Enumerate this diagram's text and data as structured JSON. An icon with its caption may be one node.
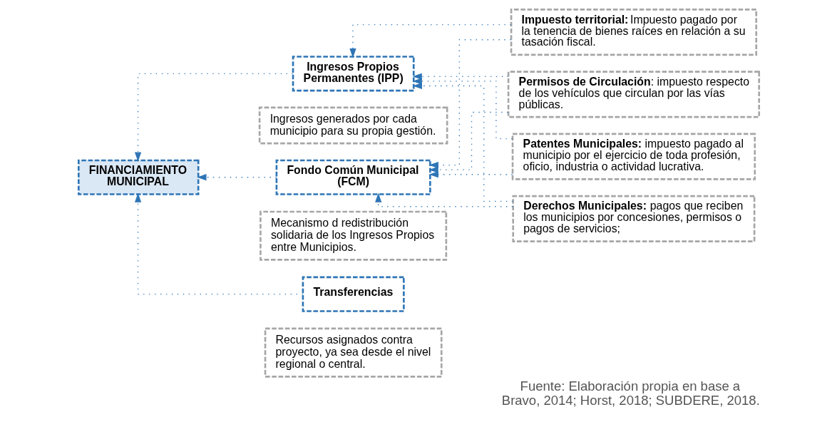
{
  "diagram": {
    "caption": "Fuente: Elaboración propia en base a Bravo, 2014; Horst, 2018; SUBDERE, 2018.",
    "nodes": [
      {
        "text": [
          "FINANCIAMIENTO MUNICIPAL"
        ]
      },
      {
        "text": [
          "Ingresos Propios Permanentes (IPP)"
        ]
      },
      {
        "text": [
          "Ingresos generados por cada municipio para su propia gestión."
        ]
      },
      {
        "text": [
          "Fondo Común Municipal (FCM)"
        ]
      },
      {
        "text": [
          "Mecanismo d redistribución solidaria de los Ingresos Propios entre Municipios."
        ]
      },
      {
        "text": [
          "Transferencias"
        ]
      },
      {
        "text": [
          "Recursos asignados contra proyecto, ya sea desde el nivel regional o central."
        ]
      },
      {
        "text": [
          "**Impuesto territorial:** Impuesto pagado por la tenencia de bienes raíces en relación a su tasación fiscal."
        ]
      },
      {
        "text": [
          "**Permisos de Circulación**: impuesto respecto de los vehículos que circulan por las vías públicas."
        ]
      },
      {
        "text": [
          "**Patentes Municipales:** impuesto pagado al municipio por el ejercicio de toda profesión, oficio, industria o actividad lucrativa."
        ]
      },
      {
        "text": [
          "**Derechos Municipales:** pagos que reciben los municipios por concesiones, permisos o pagos de servicios;"
        ]
      }
    ],
    "edges": [
      {
        "from": 1,
        "to": 0,
        "arrow": "to"
      },
      {
        "from": 3,
        "to": 0,
        "arrow": "to"
      },
      {
        "from": 5,
        "to": 0,
        "arrow": "to"
      },
      {
        "from": 7,
        "to": 1,
        "arrow": "to"
      },
      {
        "from": 8,
        "to": 1,
        "arrow": "to"
      },
      {
        "from": 9,
        "to": 1,
        "arrow": "to"
      },
      {
        "from": 10,
        "to": 1,
        "arrow": "to"
      },
      {
        "from": 7,
        "to": 3,
        "arrow": "to"
      },
      {
        "from": 8,
        "to": 3,
        "arrow": "to"
      },
      {
        "from": 9,
        "to": 3,
        "arrow": "to"
      },
      {
        "from": 10,
        "to": 3,
        "arrow": "to"
      }
    ]
  }
}
